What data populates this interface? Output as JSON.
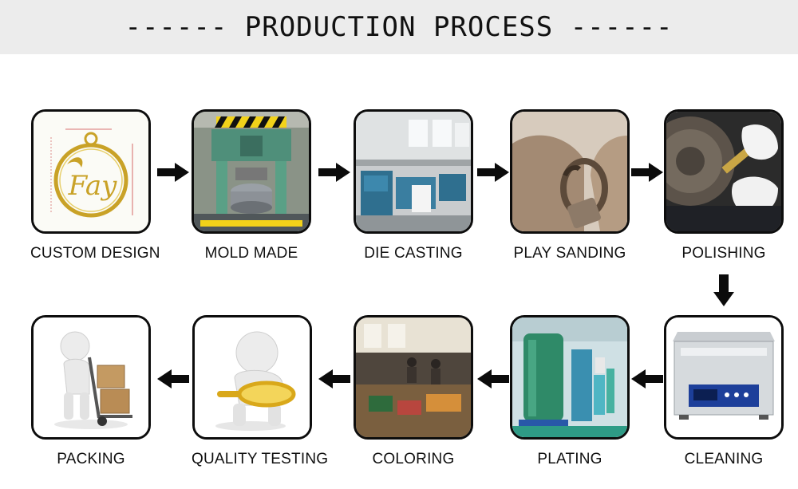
{
  "title": "------ PRODUCTION PROCESS ------",
  "steps": [
    {
      "label": "CUSTOM DESIGN",
      "icon": "design-drawing-icon"
    },
    {
      "label": "MOLD MADE",
      "icon": "press-machine-icon"
    },
    {
      "label": "DIE CASTING",
      "icon": "factory-machine-icon"
    },
    {
      "label": "PLAY SANDING",
      "icon": "sanding-hands-icon"
    },
    {
      "label": "POLISHING",
      "icon": "polishing-wheel-icon"
    },
    {
      "label": "CLEANING",
      "icon": "ultrasonic-cleaner-icon"
    },
    {
      "label": "PLATING",
      "icon": "plating-tank-icon"
    },
    {
      "label": "COLORING",
      "icon": "coloring-workshop-icon"
    },
    {
      "label": "QUALITY TESTING",
      "icon": "magnifier-figure-icon"
    },
    {
      "label": "PACKING",
      "icon": "hand-truck-figure-icon"
    }
  ],
  "design_sketch_text": "Fay"
}
